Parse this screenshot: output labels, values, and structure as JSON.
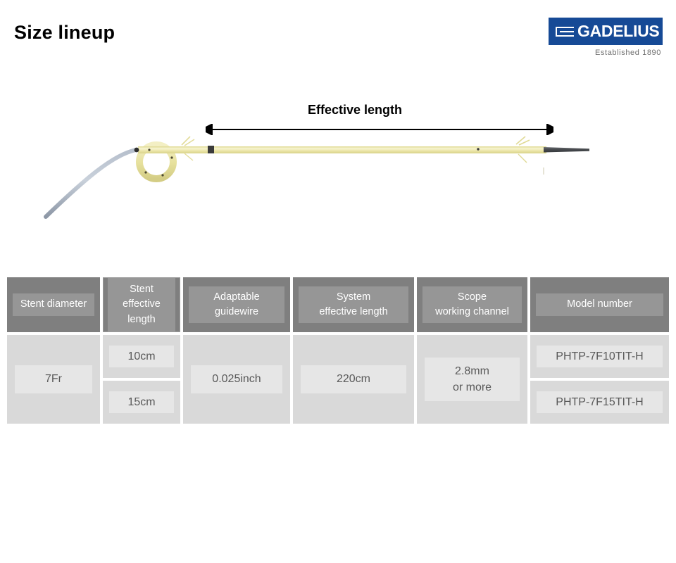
{
  "page": {
    "title": "Size lineup",
    "background": "#ffffff"
  },
  "logo": {
    "name": "GADELIUS",
    "tagline": "Established 1890",
    "box_color": "#164a96",
    "text_color": "#ffffff",
    "tagline_color": "#6e6e6e",
    "mark": "gadelius-bars-mark"
  },
  "diagram": {
    "annotation_label": "Effective length",
    "arrow": "double-headed-horizontal-arrow",
    "device_name": "biliary-stent-delivery-system",
    "colors": {
      "shaft": "#e9e5a6",
      "shaft_highlight": "#f6f3cf",
      "guidewire": "#9fa9b8",
      "tip": "#4f5256",
      "marker_band": "#3b3b3b"
    }
  },
  "table": {
    "header_bg": "#7f7f7f",
    "header_inner_bg": "#969696",
    "header_text": "#ffffff",
    "body_bg": "#d9d9d9",
    "body_inner_bg": "#e6e6e6",
    "body_text": "#595959",
    "columns": [
      {
        "key": "stent_diameter",
        "header": "Stent diameter",
        "cells": [
          "7Fr"
        ]
      },
      {
        "key": "stent_effective_length",
        "header": "Stent\neffective\nlength",
        "header_line1": "Stent",
        "header_line2": "effective",
        "header_line3": "length",
        "cells": [
          "10cm",
          "15cm"
        ]
      },
      {
        "key": "adaptable_guidewire",
        "header": "Adaptable\nguidewire",
        "header_line1": "Adaptable",
        "header_line2": "guidewire",
        "cells": [
          "0.025inch"
        ]
      },
      {
        "key": "system_effective_length",
        "header": "System\neffective length",
        "header_line1": "System",
        "header_line2": "effective length",
        "cells": [
          "220cm"
        ]
      },
      {
        "key": "scope_working_channel",
        "header": "Scope\nworking channel",
        "header_line1": "Scope",
        "header_line2": "working channel",
        "cells": [
          "2.8mm\nor more"
        ],
        "cell_line1": "2.8mm",
        "cell_line2": "or more"
      },
      {
        "key": "model_number",
        "header": "Model number",
        "cells": [
          "PHTP-7F10TIT-H",
          "PHTP-7F15TIT-H"
        ]
      }
    ]
  }
}
